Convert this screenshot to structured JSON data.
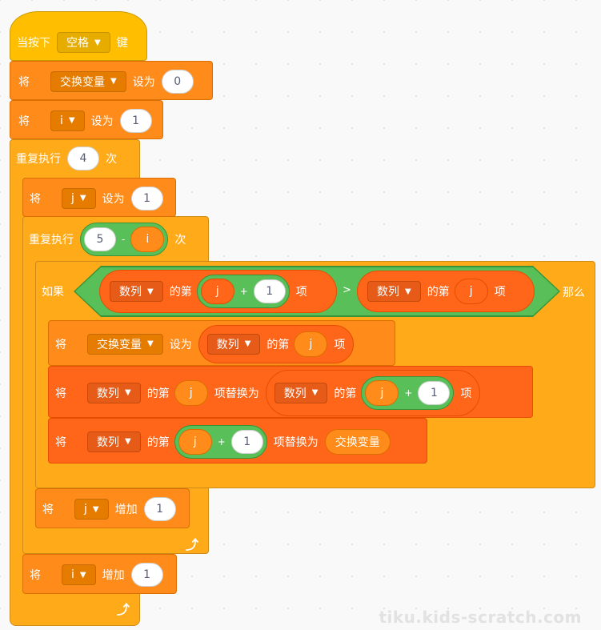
{
  "hat": {
    "when_key": "当按下",
    "key_value": "空格",
    "key_suffix": "键"
  },
  "vars": {
    "temp": "交换变量",
    "i": "i",
    "j": "j",
    "list": "数列"
  },
  "words": {
    "set": "将",
    "to": "设为",
    "change_by": "增加",
    "repeat": "重复执行",
    "times": "次",
    "if": "如果",
    "then": "那么",
    "of_item": "的第",
    "item": "项",
    "replace_with": "项替换为",
    "plus": "+",
    "minus": "-",
    "gt": ">"
  },
  "values": {
    "zero": "0",
    "one": "1",
    "four": "4",
    "five": "5"
  },
  "watermark": "tiku.kids-scratch.com",
  "icons": {
    "caret": "▼",
    "loop_arrow": "⤴"
  },
  "colors": {
    "events": "#FFBF00",
    "variables": "#FF8C1A",
    "control": "#FFAB19",
    "lists": "#FF661A",
    "operators": "#59C059",
    "background": "#F9F9F9"
  }
}
